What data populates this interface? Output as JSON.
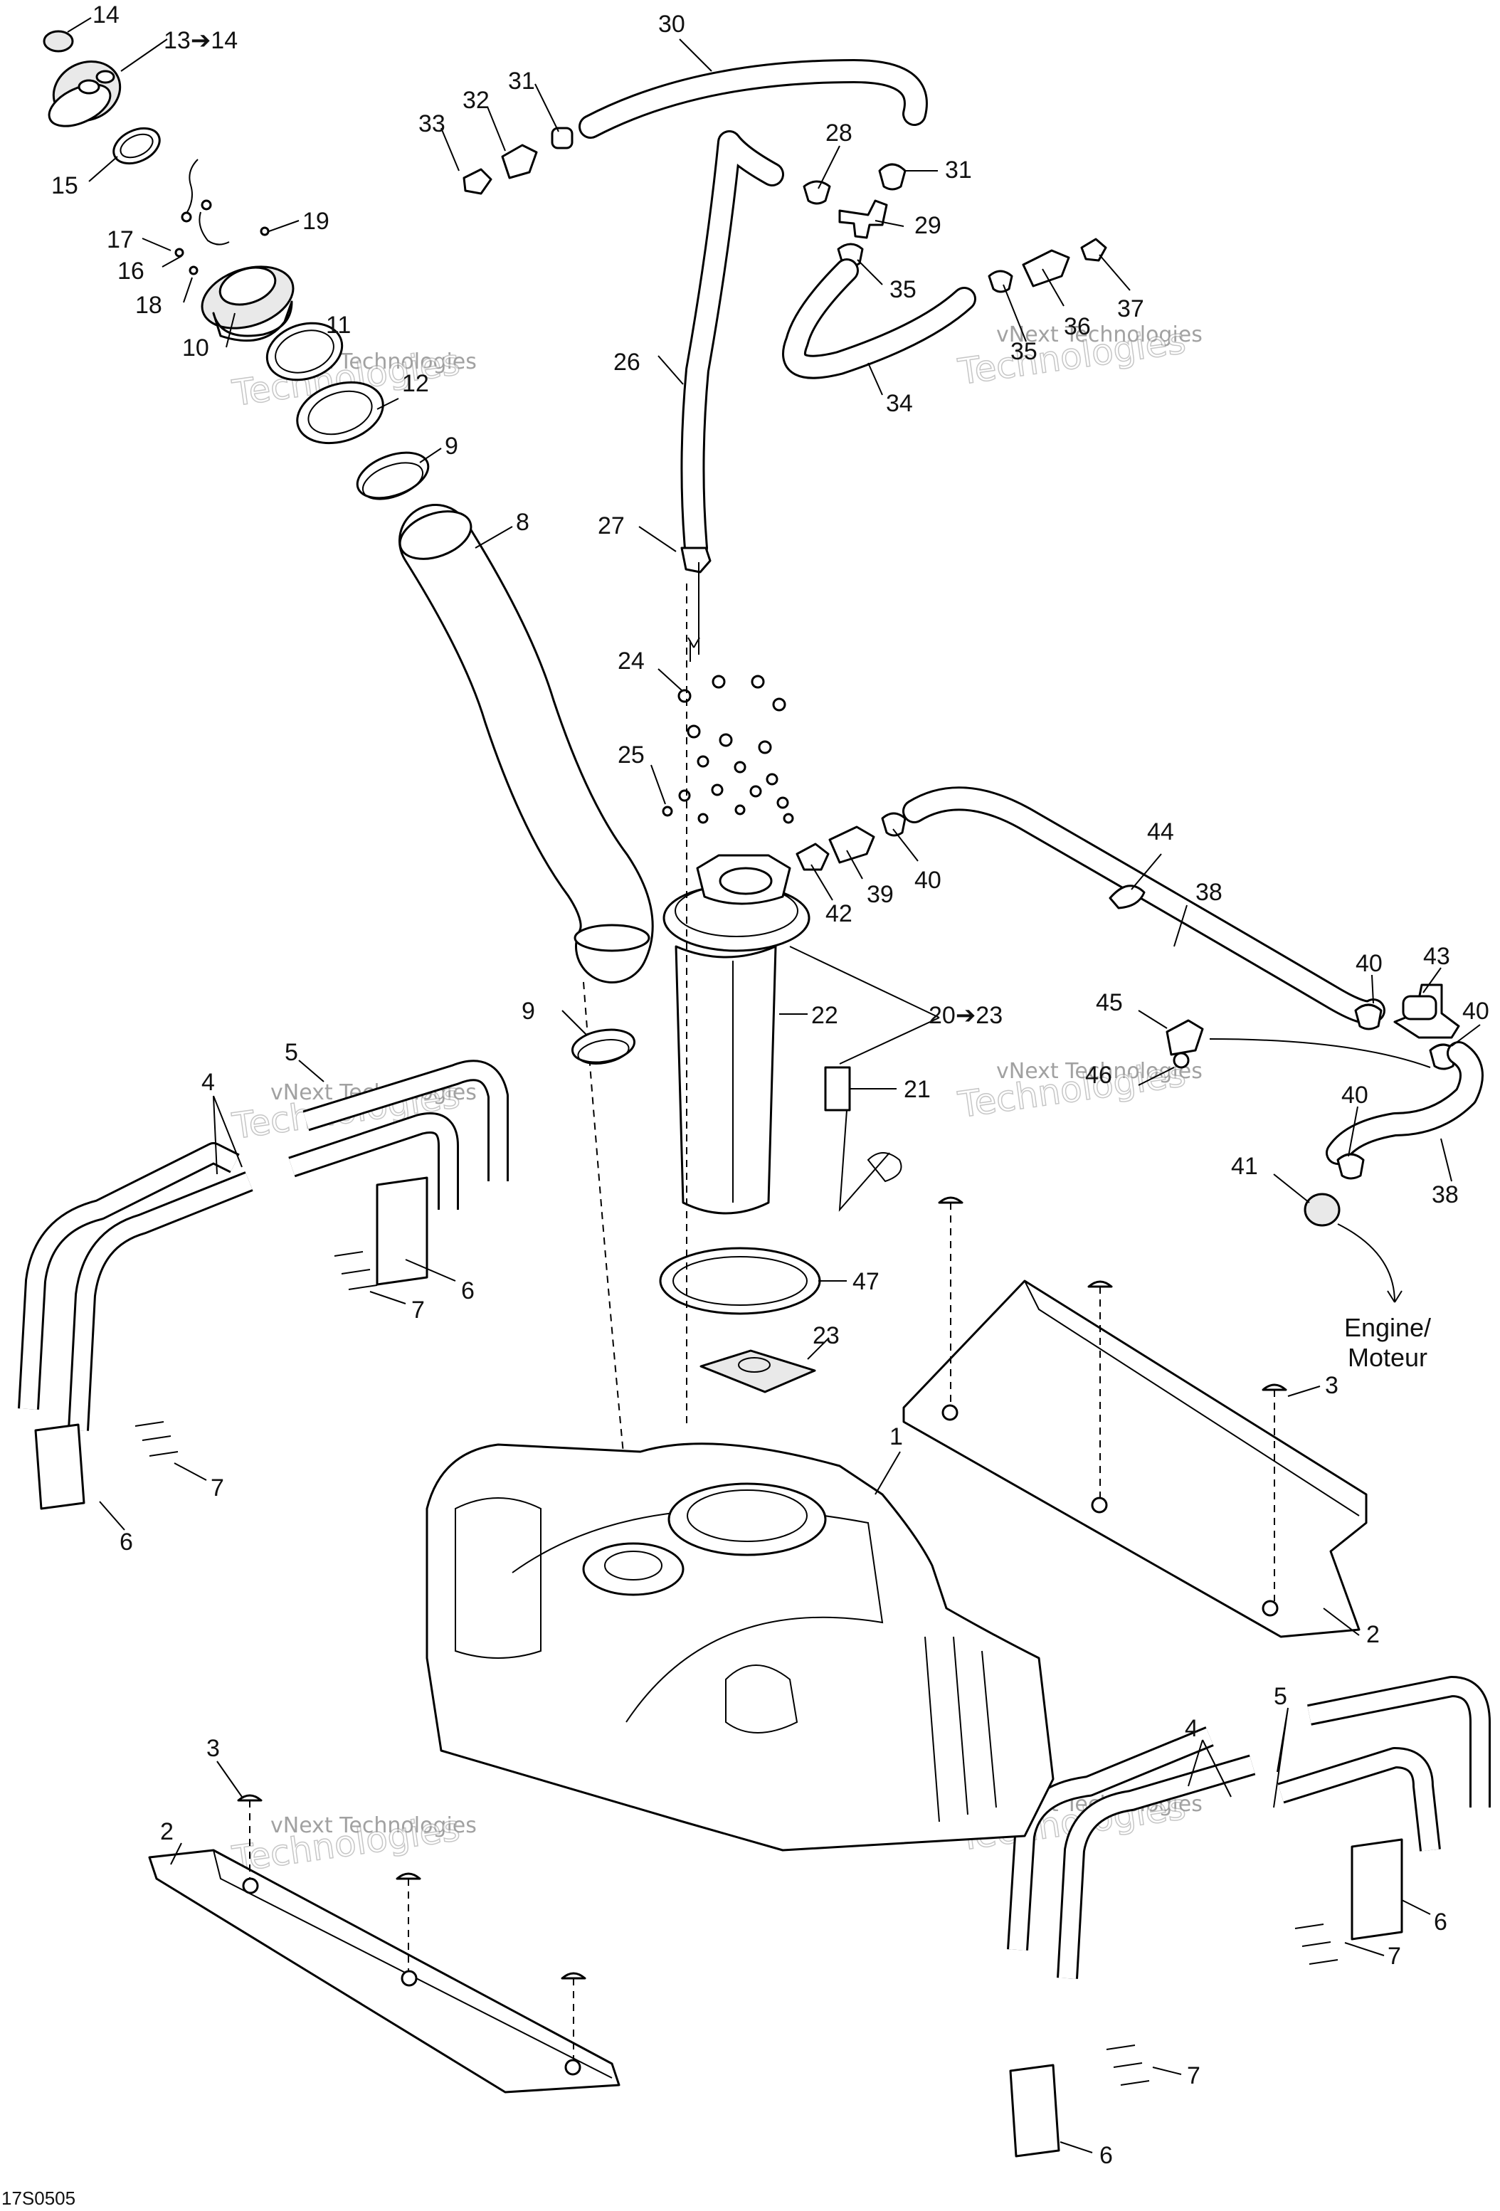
{
  "diagram": {
    "callouts": [
      {
        "id": "c14a",
        "text": "14"
      },
      {
        "id": "c13",
        "text": "13➔14"
      },
      {
        "id": "c15",
        "text": "15"
      },
      {
        "id": "c17",
        "text": "17"
      },
      {
        "id": "c16",
        "text": "16"
      },
      {
        "id": "c18",
        "text": "18"
      },
      {
        "id": "c19",
        "text": "19"
      },
      {
        "id": "c10",
        "text": "10"
      },
      {
        "id": "c11",
        "text": "11"
      },
      {
        "id": "c12",
        "text": "12"
      },
      {
        "id": "c9a",
        "text": "9"
      },
      {
        "id": "c8",
        "text": "8"
      },
      {
        "id": "c33",
        "text": "33"
      },
      {
        "id": "c32",
        "text": "32"
      },
      {
        "id": "c31a",
        "text": "31"
      },
      {
        "id": "c30",
        "text": "30"
      },
      {
        "id": "c28",
        "text": "28"
      },
      {
        "id": "c31b",
        "text": "31"
      },
      {
        "id": "c29",
        "text": "29"
      },
      {
        "id": "c35a",
        "text": "35"
      },
      {
        "id": "c26",
        "text": "26"
      },
      {
        "id": "c34",
        "text": "34"
      },
      {
        "id": "c35b",
        "text": "35"
      },
      {
        "id": "c36",
        "text": "36"
      },
      {
        "id": "c37",
        "text": "37"
      },
      {
        "id": "c27",
        "text": "27"
      },
      {
        "id": "c24",
        "text": "24"
      },
      {
        "id": "c25",
        "text": "25"
      },
      {
        "id": "c42",
        "text": "42"
      },
      {
        "id": "c39",
        "text": "39"
      },
      {
        "id": "c40a",
        "text": "40"
      },
      {
        "id": "c44",
        "text": "44"
      },
      {
        "id": "c38a",
        "text": "38"
      },
      {
        "id": "c22",
        "text": "22"
      },
      {
        "id": "c20",
        "text": "20➔23"
      },
      {
        "id": "c21",
        "text": "21"
      },
      {
        "id": "c40b",
        "text": "40"
      },
      {
        "id": "c43",
        "text": "43"
      },
      {
        "id": "c40c",
        "text": "40"
      },
      {
        "id": "c45",
        "text": "45"
      },
      {
        "id": "c46",
        "text": "46"
      },
      {
        "id": "c40d",
        "text": "40"
      },
      {
        "id": "c41",
        "text": "41"
      },
      {
        "id": "c38b",
        "text": "38"
      },
      {
        "id": "c9b",
        "text": "9"
      },
      {
        "id": "c5a",
        "text": "5"
      },
      {
        "id": "c4a",
        "text": "4"
      },
      {
        "id": "c6a",
        "text": "6"
      },
      {
        "id": "c7a",
        "text": "7"
      },
      {
        "id": "c7b",
        "text": "7"
      },
      {
        "id": "c6b",
        "text": "6"
      },
      {
        "id": "c47",
        "text": "47"
      },
      {
        "id": "c23",
        "text": "23"
      },
      {
        "id": "c3a",
        "text": "3"
      },
      {
        "id": "c1",
        "text": "1"
      },
      {
        "id": "c2a",
        "text": "2"
      },
      {
        "id": "c3b",
        "text": "3"
      },
      {
        "id": "c2b",
        "text": "2"
      },
      {
        "id": "c5b",
        "text": "5"
      },
      {
        "id": "c4b",
        "text": "4"
      },
      {
        "id": "c6c",
        "text": "6"
      },
      {
        "id": "c7c",
        "text": "7"
      },
      {
        "id": "c7d",
        "text": "7"
      },
      {
        "id": "c6d",
        "text": "6"
      }
    ],
    "engine_note": {
      "line1": "Engine/",
      "line2": "Moteur"
    },
    "figure_code": "17S0505",
    "watermark": {
      "line1": "vNext Technologies",
      "line2": "Technologies"
    },
    "colors": {
      "ink": "#000000",
      "paper": "#ffffff",
      "watermark": "#999999"
    }
  }
}
